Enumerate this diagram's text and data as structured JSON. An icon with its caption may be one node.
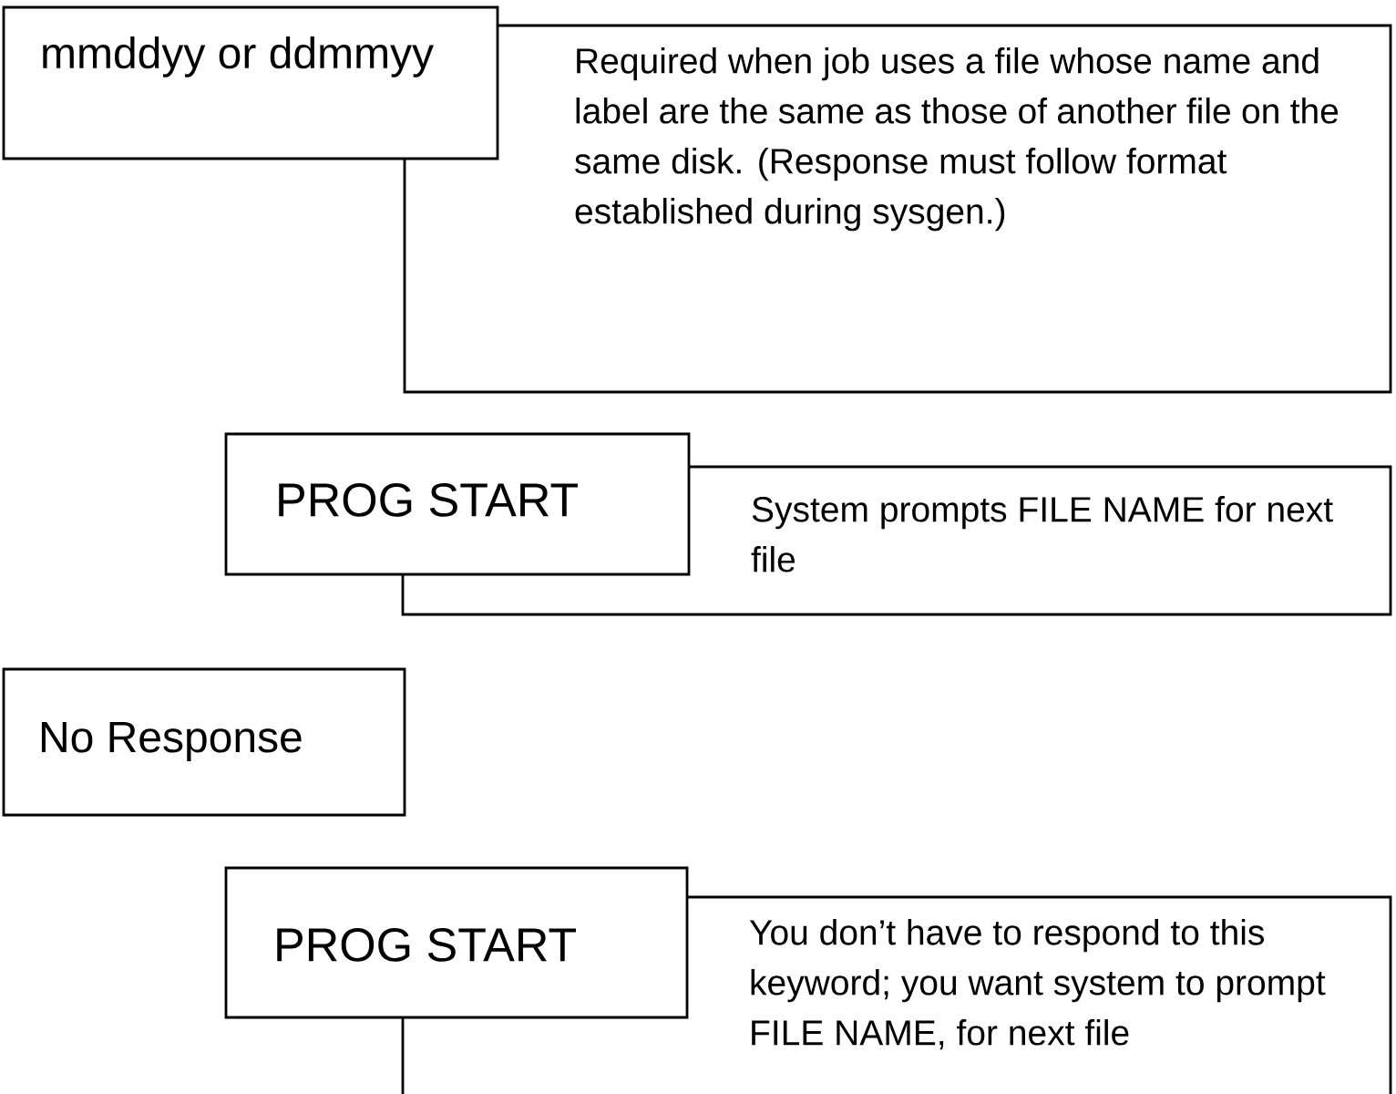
{
  "diagram": {
    "nodes": [
      {
        "text": [
          "mmddyy or ddmmyy"
        ]
      },
      {
        "text": [
          "Required when job uses a file whose name and label are the same as those of another file on the same disk.  (Response must follow format established during sysgen.)"
        ]
      },
      {
        "text": [
          "PROG START"
        ]
      },
      {
        "text": [
          "System prompts FILE NAME for next file"
        ]
      },
      {
        "text": [
          "No Response"
        ]
      },
      {
        "text": [
          "PROG START"
        ]
      },
      {
        "text": [
          "You don’t have to respond to this keyword; you want system to prompt FILE NAME, for next file"
        ]
      }
    ]
  }
}
